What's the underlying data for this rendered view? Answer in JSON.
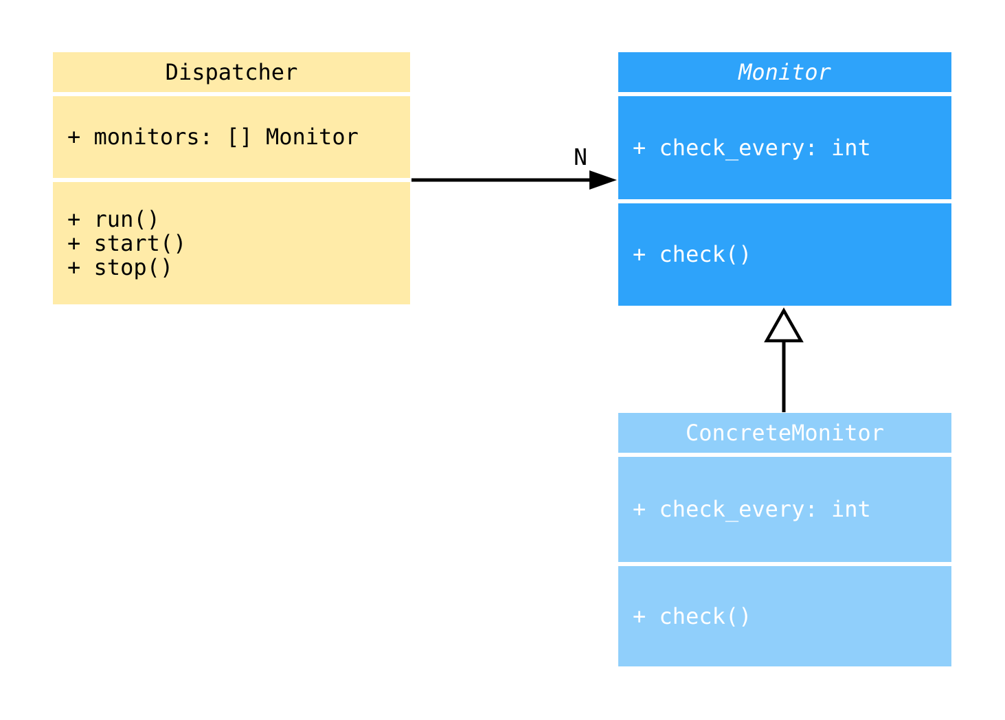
{
  "diagram": {
    "kind": "uml-class-diagram",
    "colors": {
      "background": "#ffffff",
      "dispatcher_fill": "#FFEBA8",
      "monitor_fill": "#2EA3FA",
      "concrete_monitor_fill": "#90CFFB",
      "dispatcher_text": "#000000",
      "monitor_text": "#ffffff",
      "relation_line": "#000000"
    },
    "classes": [
      {
        "id": "dispatcher",
        "name": "Dispatcher",
        "name_style": "normal",
        "fill": "#FFEBA8",
        "text_color": "#000000",
        "attributes": [
          "+ monitors: [] Monitor"
        ],
        "methods": [
          "+ run()",
          "+ start()",
          "+ stop()"
        ]
      },
      {
        "id": "monitor",
        "name": "Monitor",
        "name_style": "italic",
        "fill": "#2EA3FA",
        "text_color": "#ffffff",
        "attributes": [
          "+ check_every: int"
        ],
        "methods": [
          "+ check()"
        ]
      },
      {
        "id": "concrete-monitor",
        "name": "ConcreteMonitor",
        "name_style": "normal",
        "fill": "#90CFFB",
        "text_color": "#ffffff",
        "attributes": [
          "+ check_every: int"
        ],
        "methods": [
          "+ check()"
        ]
      }
    ],
    "relations": [
      {
        "from": "Dispatcher",
        "to": "Monitor",
        "kind": "directed-association",
        "label": "N"
      },
      {
        "from": "ConcreteMonitor",
        "to": "Monitor",
        "kind": "inheritance",
        "label": ""
      }
    ]
  }
}
